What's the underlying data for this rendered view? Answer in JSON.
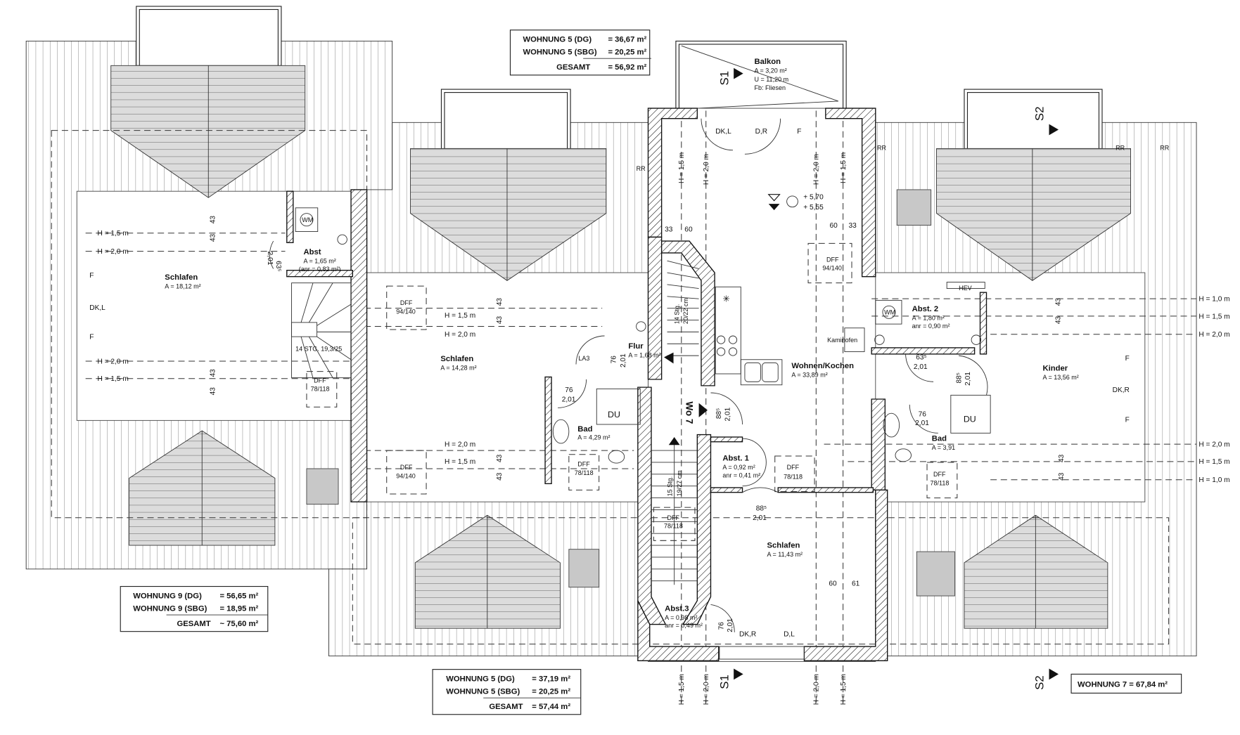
{
  "title": "Dachgeschoss Grundriss",
  "summaries": {
    "w5_top": {
      "l1": "WOHNUNG 5 (DG)",
      "v1": "= 36,67 m²",
      "l2": "WOHNUNG 5 (SBG)",
      "v2": "= 20,25 m²",
      "l3": "GESAMT",
      "v3": "= 56,92 m²"
    },
    "w9": {
      "l1": "WOHNUNG 9 (DG)",
      "v1": "= 56,65 m²",
      "l2": "WOHNUNG 9 (SBG)",
      "v2": "= 18,95 m²",
      "l3": "GESAMT",
      "v3": "~ 75,60 m²"
    },
    "w5_bottom": {
      "l1": "WOHNUNG 5 (DG)",
      "v1": "= 37,19 m²",
      "l2": "WOHNUNG 5 (SBG)",
      "v2": "= 20,25 m²",
      "l3": "GESAMT",
      "v3": "= 57,44 m²"
    },
    "w7": {
      "l1": "WOHNUNG 7 = 67,84 m²"
    }
  },
  "balkon": {
    "name": "Balkon",
    "area": "A = 3,20 m²",
    "perimeter": "U = 11,20 m",
    "floor": "Fb: Fliesen"
  },
  "rooms": {
    "schlafen_left": {
      "name": "Schlafen",
      "area": "A = 18,12 m²"
    },
    "abst": {
      "name": "Abst",
      "area": "A = 1,65 m²",
      "anr": "(anr = 0,83 m²)"
    },
    "schlafen_mid": {
      "name": "Schlafen",
      "area": "A = 14,28 m²"
    },
    "flur": {
      "name": "Flur",
      "area": "A = 1,68 m²"
    },
    "wohnen": {
      "name": "Wohnen/Kochen",
      "area": "A = 33,89 m²"
    },
    "abst2": {
      "name": "Abst. 2",
      "area": "A = 1,80 m²",
      "anr": "anr = 0,90 m²"
    },
    "kinder": {
      "name": "Kinder",
      "area": "A = 13,56 m²"
    },
    "bad_left": {
      "name": "Bad",
      "area": "A = 4,29 m²"
    },
    "bad_right": {
      "name": "Bad",
      "area": "A = 3,91"
    },
    "abst1": {
      "name": "Abst. 1",
      "area": "A = 0,92 m²",
      "anr": "anr = 0,41 m²"
    },
    "schlafen_bottom": {
      "name": "Schlafen",
      "area": "A = 11,43 m²"
    },
    "abst3": {
      "name": "Abst.3",
      "area": "A = 0,98 m²",
      "anr": "anr = 0,49 m²"
    }
  },
  "labels": {
    "s1": "S1",
    "s2": "S2",
    "wo7": "Wo 7",
    "du": "DU",
    "la3": "LA3",
    "hev": "HEV",
    "kaminofen": "Kaminofen",
    "rr": "RR",
    "wm": "WM",
    "dkl": "DK,L",
    "dkr": "DK,R",
    "dr": "D,R",
    "dl": "D,L",
    "f": "F",
    "h10": "H = 1,0 m",
    "h15": "H = 1,5 m",
    "h20": "H = 2,0 m",
    "dff_94": "DFF",
    "dff_94_size": "94/140",
    "dff_78_size": "78/118",
    "level_top": "+ 5,70",
    "level_bottom": "+ 5,55",
    "stair_left": "14 STG. 19,3/25",
    "stair_mid_a": "14 Stg.",
    "stair_mid_b": "20/22 cm",
    "stair_low_a": "15 Stg.",
    "stair_low_b": "19/27 cm"
  },
  "dims": {
    "d33": "33",
    "d60": "60",
    "d61": "61",
    "d43": "43",
    "d76": "76",
    "d201": "2,01",
    "d635": "63⁵",
    "d885": "88⁵"
  }
}
